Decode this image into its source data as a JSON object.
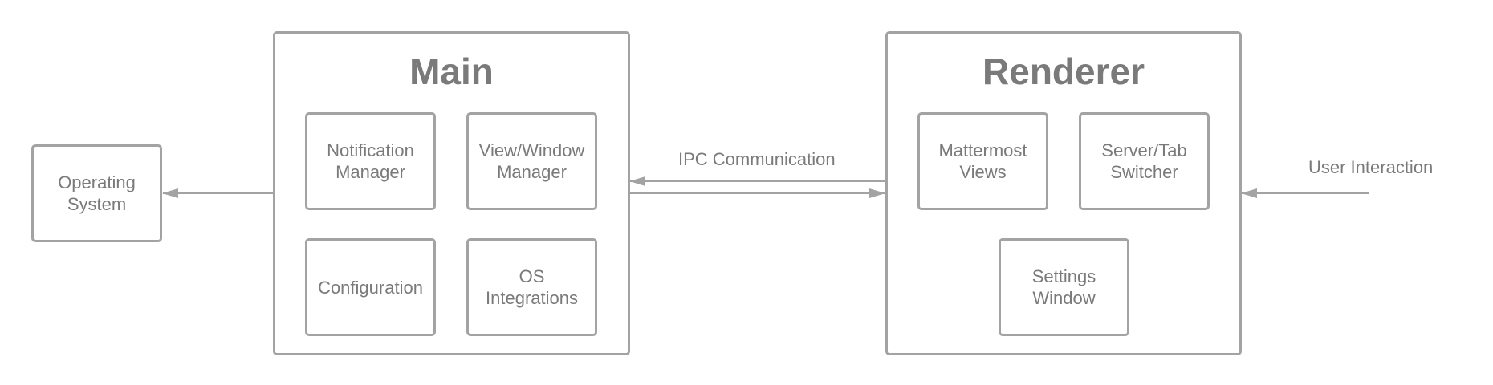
{
  "nodes": {
    "operating_system": "Operating\nSystem",
    "main": {
      "title": "Main",
      "modules": {
        "notification_manager": "Notification\nManager",
        "view_window_manager": "View/Window\nManager",
        "configuration": "Configuration",
        "os_integrations": "OS\nIntegrations"
      }
    },
    "renderer": {
      "title": "Renderer",
      "modules": {
        "mattermost_views": "Mattermost\nViews",
        "server_tab_switcher": "Server/Tab\nSwitcher",
        "settings_window": "Settings\nWindow"
      }
    }
  },
  "edges": {
    "ipc_label": "IPC Communication",
    "user_label": "User Interaction"
  },
  "colors": {
    "stroke": "#a3a3a3",
    "text": "#7a7a7a"
  }
}
